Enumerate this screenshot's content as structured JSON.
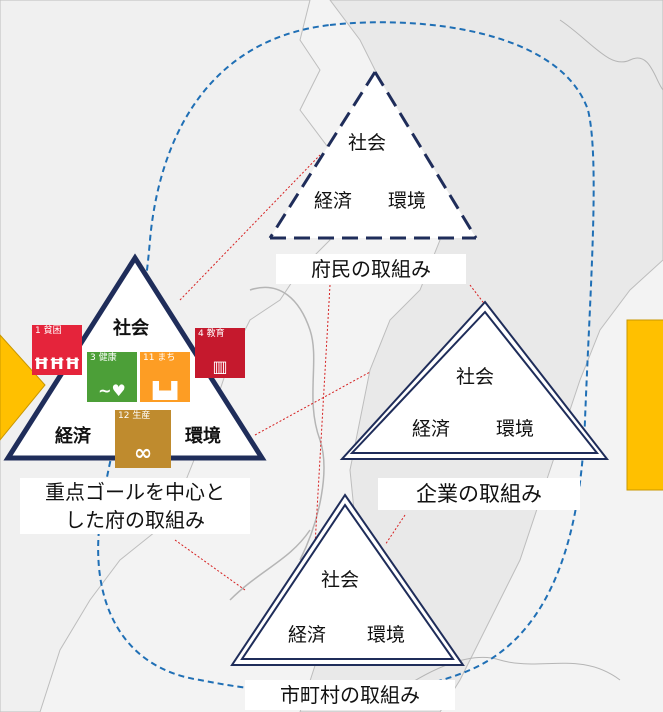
{
  "diagram": {
    "triangle_labels": {
      "society": "社会",
      "economy": "経済",
      "environment": "環境"
    },
    "groups": {
      "prefecture": {
        "caption_line1": "重点ゴールを中心と",
        "caption_line2": "した府の取組み"
      },
      "residents": {
        "caption": "府民の取組み"
      },
      "companies": {
        "caption": "企業の取組み"
      },
      "municipalities": {
        "caption": "市町村の取組み"
      }
    },
    "sdg_icons": [
      {
        "name": "sdg-icon-goal-1",
        "color": "#e5243b"
      },
      {
        "name": "sdg-icon-goal-3",
        "color": "#4c9f38"
      },
      {
        "name": "sdg-icon-goal-11",
        "color": "#fd9d24"
      },
      {
        "name": "sdg-icon-goal-12",
        "color": "#bf8b2e"
      },
      {
        "name": "sdg-icon-goal-4",
        "color": "#c5192d"
      }
    ],
    "colors": {
      "triangle_border": "#1f2d5a",
      "dashed_boundary": "#1f6fb5",
      "dotted_connector": "#d62020",
      "arrow_fill": "#ffc000",
      "arrow_border": "#c99700"
    }
  }
}
